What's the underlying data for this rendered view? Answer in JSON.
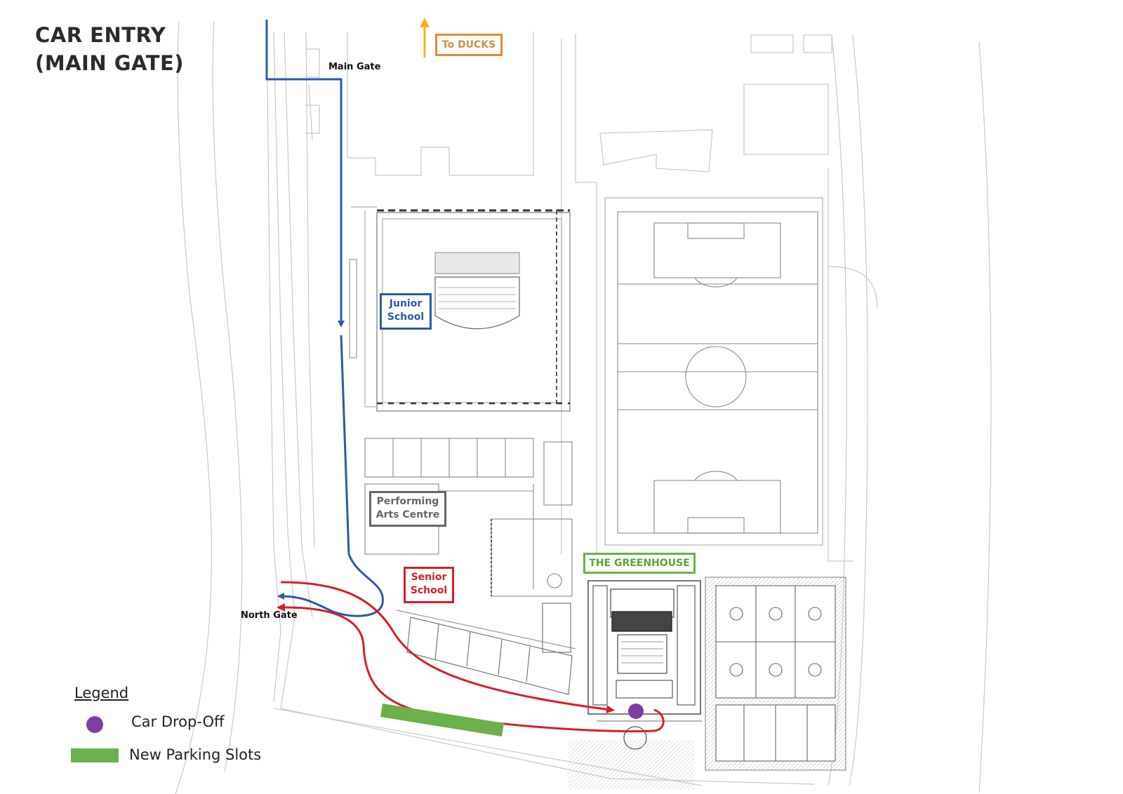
{
  "title": {
    "line1": "CAR ENTRY",
    "line2": "(MAIN GATE)"
  },
  "labels": {
    "main_gate": "Main Gate",
    "north_gate": "North Gate",
    "to_ducks": "To DUCKS",
    "junior_school": [
      "Junior",
      "School"
    ],
    "performing_arts": [
      "Performing",
      "Arts Centre"
    ],
    "senior_school": [
      "Senior",
      "School"
    ],
    "greenhouse": "THE GREENHOUSE"
  },
  "legend": {
    "title": "Legend",
    "car_drop_off": "Car Drop-Off",
    "new_parking": "New Parking Slots"
  },
  "colors": {
    "entry_route": "#2f58a8",
    "exit_route": "#d42027",
    "drop_off": "#7b3fa6",
    "parking": "#6bb04a",
    "ducks_arrow": "#f2b51c"
  }
}
